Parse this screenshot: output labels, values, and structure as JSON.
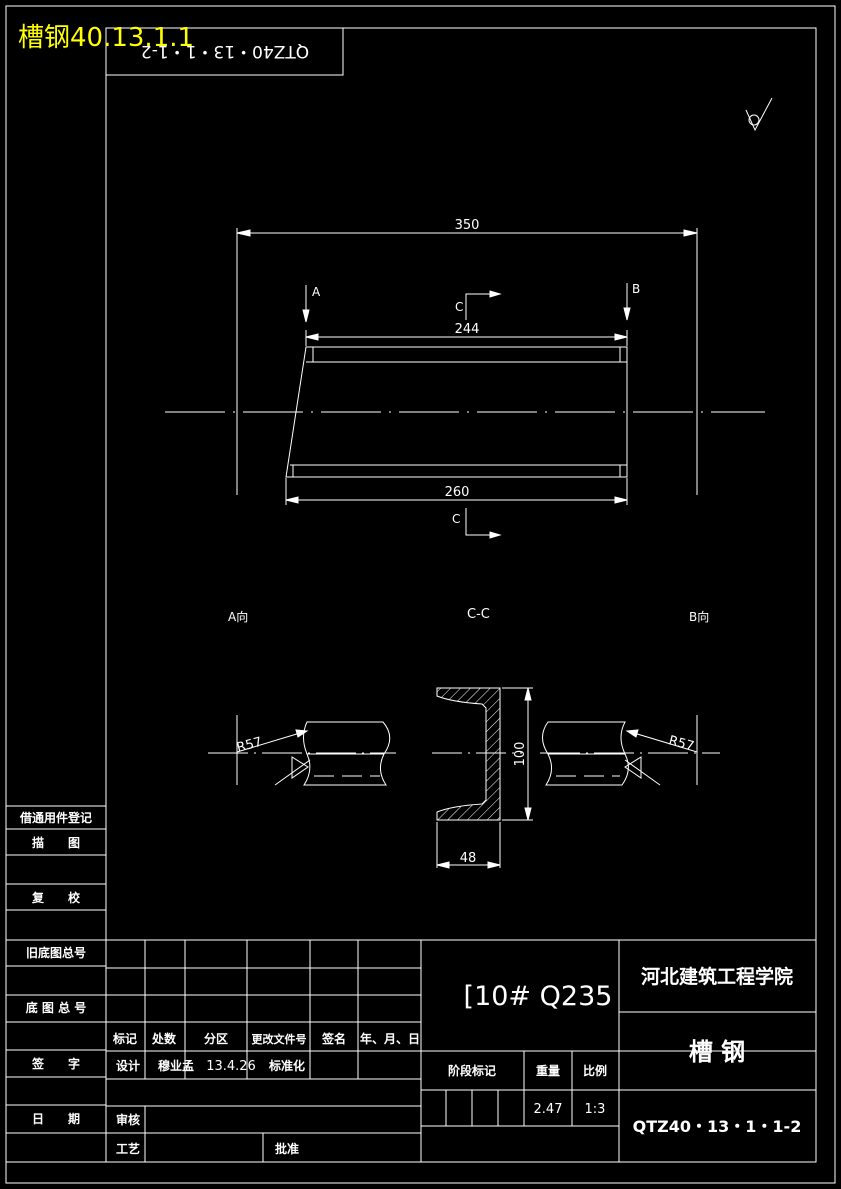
{
  "overlay_title": "槽钢40.13.1.1",
  "corner_drawing_number": "QTZ40・13・1・1-2",
  "dimensions": {
    "overall_length": "350",
    "top_length": "244",
    "bottom_length": "260",
    "height": "100",
    "flange_width": "48",
    "radius_left": "R57",
    "radius_right": "R57"
  },
  "section_labels": {
    "a": "A",
    "b": "B",
    "c_top": "C",
    "c_bottom": "C",
    "view_a": "A向",
    "view_cc": "C-C",
    "view_b": "B向"
  },
  "left_column": {
    "borrow_register": "借通用件登记",
    "trace": "描　　图",
    "recheck": "复　　校",
    "old_base_no": "旧底图总号",
    "base_no": "底 图 总 号",
    "signature": "签　　字",
    "date": "日　　期"
  },
  "title_block": {
    "material": "[10#  Q235",
    "school": "河北建筑工程学院",
    "part_name": "槽 钢",
    "drawing_number": "QTZ40・13・1・1-2",
    "headers": {
      "mark": "标记",
      "count": "处数",
      "zone": "分区",
      "change_doc": "更改文件号",
      "sign": "签名",
      "ymd": "年、月、日"
    },
    "design_label": "设计",
    "designer": "穆业孟",
    "design_date": "13.4.26",
    "standardize_label": "标准化",
    "review_label": "审核",
    "process_label": "工艺",
    "approve_label": "批准",
    "stage_mark_label": "阶段标记",
    "weight_label": "重量",
    "scale_label": "比例",
    "weight_value": "2.47",
    "scale_value": "1:3"
  }
}
